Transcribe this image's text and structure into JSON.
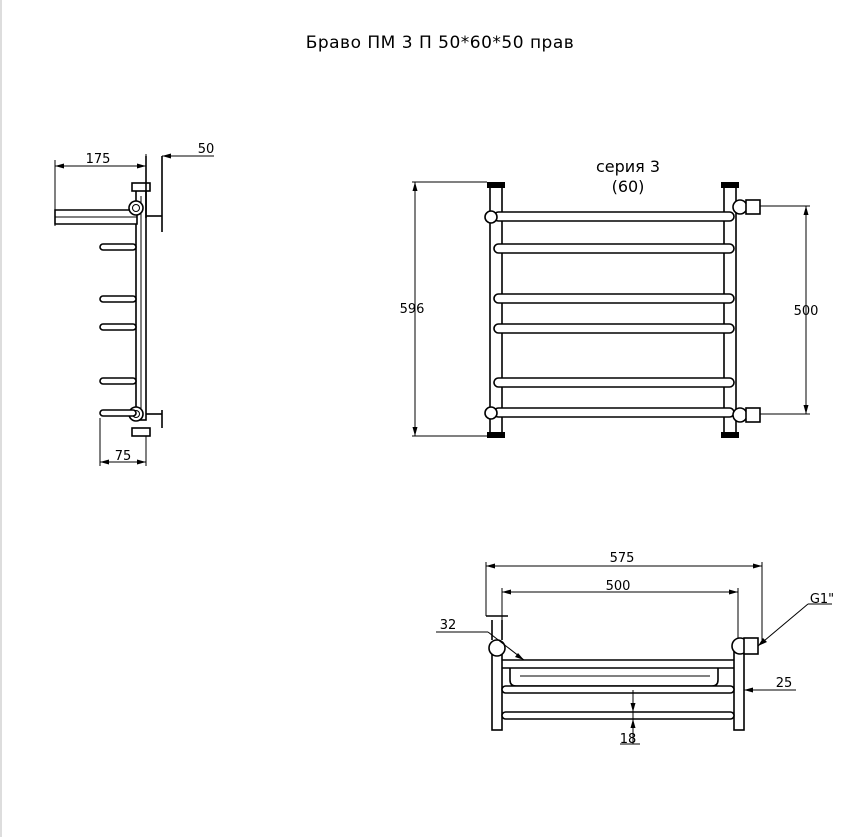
{
  "title": "Браво ПМ 3 П 50*60*50 прав",
  "side_view": {
    "dim_depth": "175",
    "dim_offset_top": "50",
    "dim_offset_bottom": "75"
  },
  "front_view": {
    "series_line1": "серия 3",
    "series_line2": "(60)",
    "dim_height": "596",
    "dim_center_distance": "500"
  },
  "top_view": {
    "dim_total_width": "575",
    "dim_center_distance": "500",
    "dim_pipe": "32",
    "dim_thread": "G1\"",
    "dim_gap": "25",
    "dim_rung": "18"
  }
}
